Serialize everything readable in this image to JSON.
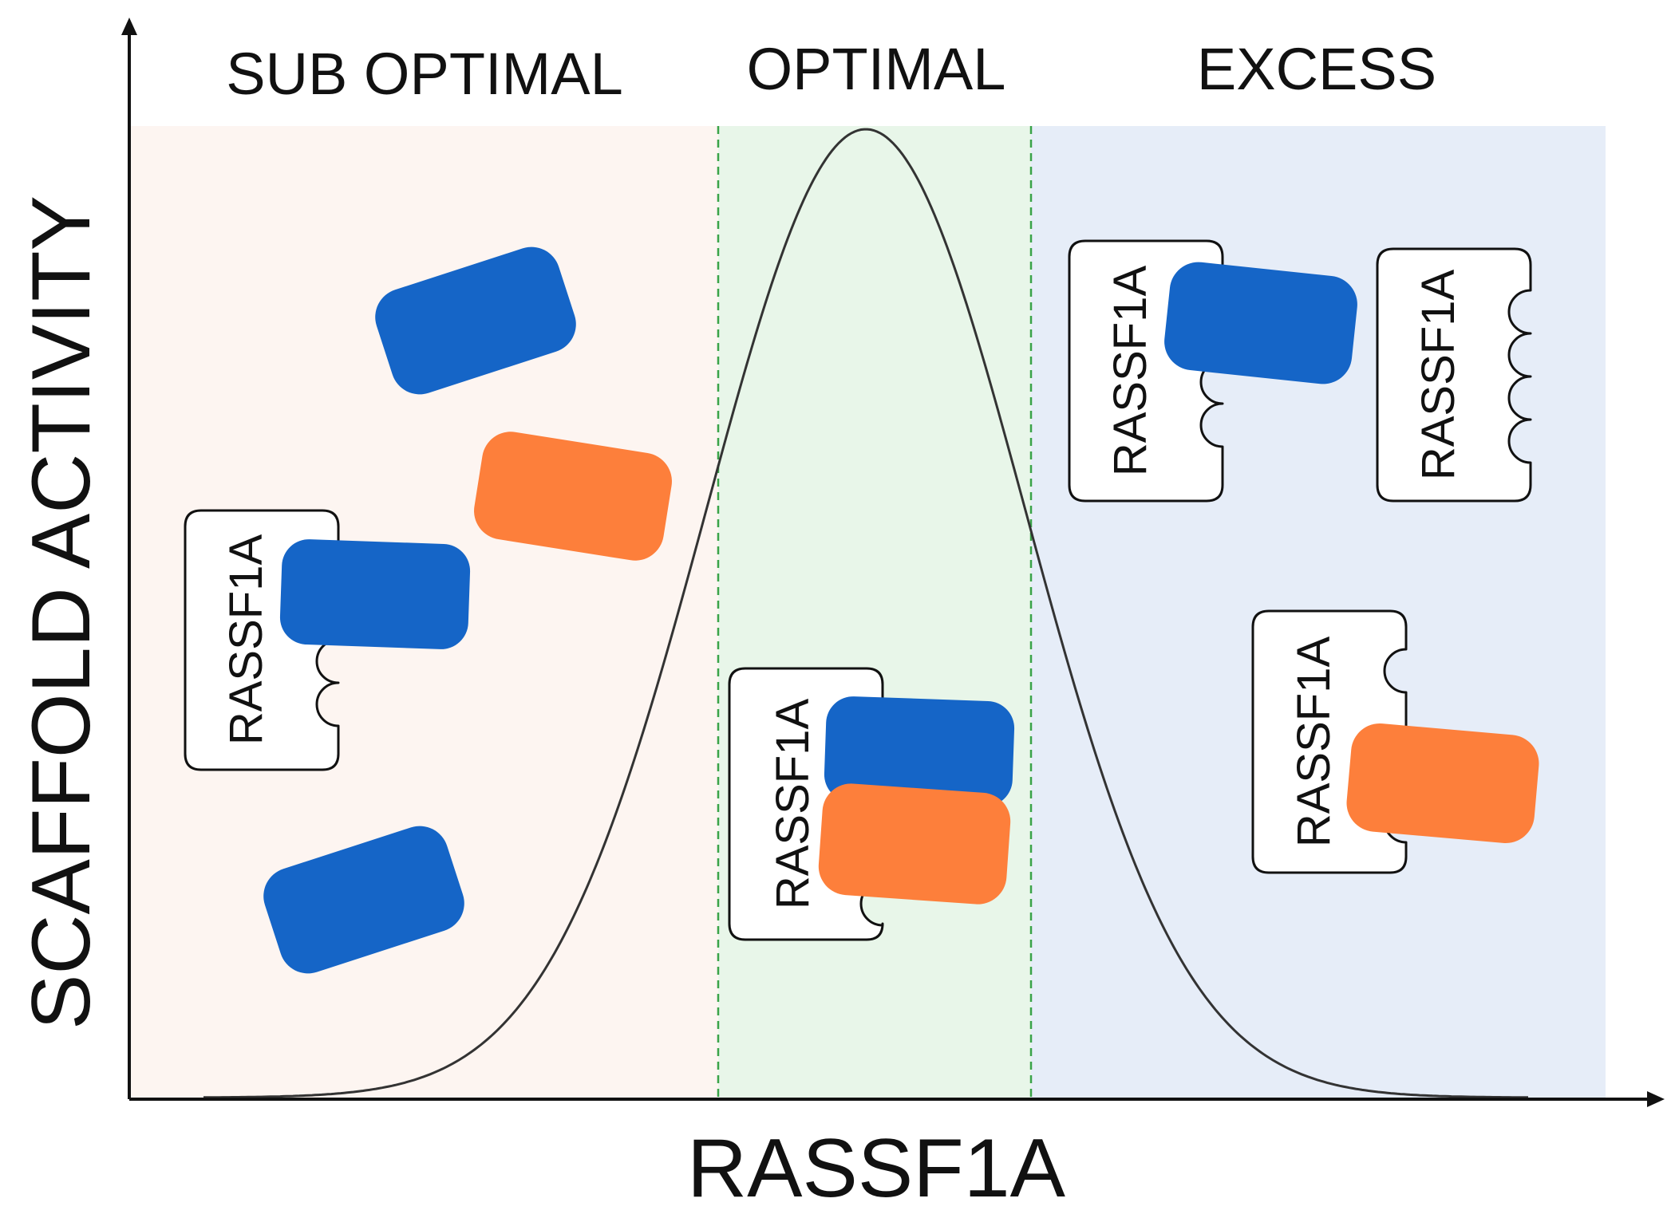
{
  "diagram": {
    "regions": [
      {
        "id": "sub-optimal",
        "label": "SUB OPTIMAL",
        "color": "#fdf5f1"
      },
      {
        "id": "optimal",
        "label": "OPTIMAL",
        "color": "#e8f6e9"
      },
      {
        "id": "excess",
        "label": "EXCESS",
        "color": "#e6edf8"
      }
    ],
    "axes": {
      "x_label": "RASSF1A",
      "y_label": "SCAFFOLD ACTIVITY",
      "line_color": "#111111"
    },
    "curve": {
      "shape": "bell",
      "color": "#333333"
    },
    "boundary_color": "#3aa348",
    "scaffold_label": "RASSF1A",
    "partner_colors": {
      "blue": "#1565c7",
      "orange": "#fd7f3b"
    }
  }
}
